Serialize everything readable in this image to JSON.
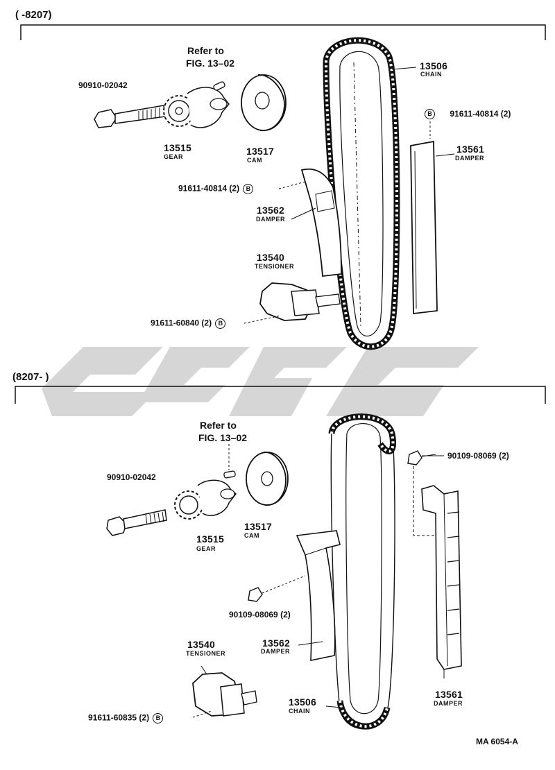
{
  "sections": {
    "top": {
      "header": "(       -8207)"
    },
    "bottom": {
      "header": "(8207-        )"
    }
  },
  "callout": "B",
  "top_parts": {
    "bolt_pn": "90910-02042",
    "refer_line1": "Refer to",
    "refer_line2": "FIG. 13–02",
    "gear_num": "13515",
    "gear_name": "GEAR",
    "cam_num": "13517",
    "cam_name": "CAM",
    "chain_num": "13506",
    "chain_name": "CHAIN",
    "bolt_right_pn": "91611-40814 (2)",
    "damper_r_num": "13561",
    "damper_r_name": "DAMPER",
    "bolt_left_pn": "91611-40814 (2)",
    "damper_l_num": "13562",
    "damper_l_name": "DAMPER",
    "tensioner_num": "13540",
    "tensioner_name": "TENSIONER",
    "tensioner_bolt_pn": "91611-60840 (2)"
  },
  "bottom_parts": {
    "refer_line1": "Refer to",
    "refer_line2": "FIG. 13–02",
    "bolt_pn": "90910-02042",
    "gear_num": "13515",
    "gear_name": "GEAR",
    "cam_num": "13517",
    "cam_name": "CAM",
    "bolt_right_pn": "90109-08069 (2)",
    "bolt_left_pn": "90109-08069 (2)",
    "damper_l_num": "13562",
    "damper_l_name": "DAMPER",
    "tensioner_num": "13540",
    "tensioner_name": "TENSIONER",
    "tensioner_bolt_pn": "91611-60835 (2)",
    "chain_num": "13506",
    "chain_name": "CHAIN",
    "damper_r_num": "13561",
    "damper_r_name": "DAMPER"
  },
  "footer": "MA 6054-A"
}
